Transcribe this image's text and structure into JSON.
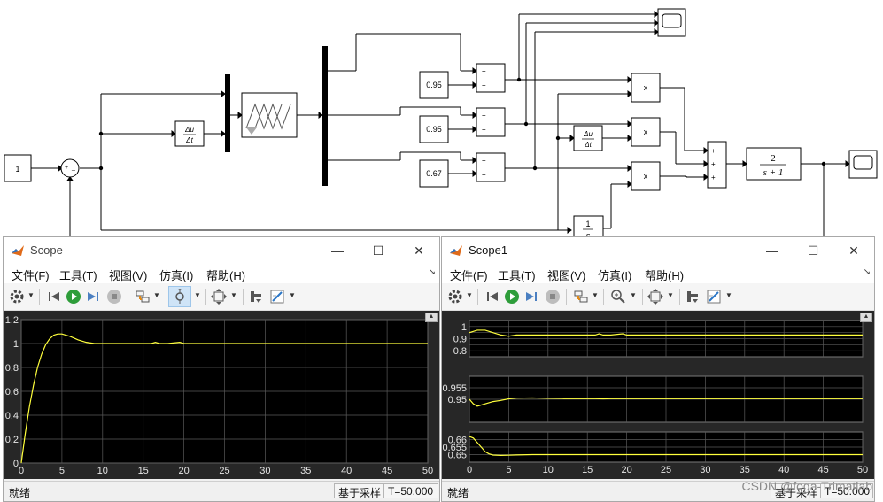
{
  "diagram": {
    "constant": "1",
    "sum_inputs": [
      "+",
      "_"
    ],
    "derivative_top": "Δu",
    "derivative_bottom": "Δt",
    "gains": [
      "0.95",
      "0.95",
      "0.67"
    ],
    "adder_signs": [
      "+",
      "+"
    ],
    "product_symbol": "x",
    "final_sum_signs": [
      "+",
      "+",
      "+"
    ],
    "tf_numerator": "2",
    "tf_denominator": "s + 1",
    "integrator_numerator": "1",
    "integrator_denominator": "s"
  },
  "windows": [
    {
      "title": "Scope",
      "menus": [
        "文件(F)",
        "工具(T)",
        "视图(V)",
        "仿真(I)",
        "帮助(H)"
      ],
      "status_left": "就绪",
      "status_mode": "基于采样",
      "status_time": "T=50.000"
    },
    {
      "title": "Scope1",
      "menus": [
        "文件(F)",
        "工具(T)",
        "视图(V)",
        "仿真(I)",
        "帮助(H)"
      ],
      "status_left": "就绪",
      "status_mode": "基于采样",
      "status_time": "T=50.000"
    }
  ],
  "window_controls": {
    "minimize": "—",
    "maximize": "☐",
    "close": "✕"
  },
  "colors": {
    "plot_bg": "#000000",
    "axes_frame_bg": "#272727",
    "trace": "#ffff3c",
    "grid": "#5a5a5a",
    "axis_text": "#e6e6e6"
  },
  "icons": [
    "settings-icon",
    "step-back-icon",
    "run-icon",
    "step-forward-icon",
    "stop-icon",
    "highlight-icon",
    "zoom-icon",
    "fit-icon",
    "cursor-icon",
    "style-icon"
  ],
  "chart_data": [
    {
      "type": "line",
      "title": "",
      "xlim": [
        0,
        50
      ],
      "ylim": [
        0,
        1.2
      ],
      "x_ticks": [
        "0",
        "5",
        "10",
        "15",
        "20",
        "25",
        "30",
        "35",
        "40",
        "45",
        "50"
      ],
      "y_ticks": [
        "0",
        "0.2",
        "0.4",
        "0.6",
        "0.8",
        "1",
        "1.2"
      ],
      "series": [
        {
          "x": [
            0,
            0.5,
            1,
            1.5,
            2,
            2.5,
            3,
            3.5,
            4,
            4.5,
            5,
            6,
            7,
            8,
            9,
            10,
            12,
            14,
            16,
            16.5,
            17,
            18,
            19.5,
            20,
            22,
            25,
            30,
            35,
            40,
            45,
            50
          ],
          "y": [
            0,
            0.25,
            0.47,
            0.65,
            0.8,
            0.91,
            0.99,
            1.04,
            1.07,
            1.08,
            1.08,
            1.06,
            1.03,
            1.01,
            1.0,
            1.0,
            1.0,
            1.0,
            1.0,
            1.01,
            1.0,
            1.0,
            1.01,
            1.0,
            1.0,
            1.0,
            1.0,
            1.0,
            1.0,
            1.0,
            1.0
          ]
        }
      ]
    },
    {
      "type": "line",
      "xlim": [
        0,
        50
      ],
      "ylim": [
        0.75,
        1.05
      ],
      "y_ticks": [
        "1",
        "0.9",
        "0.8"
      ],
      "series": [
        {
          "x": [
            0,
            1,
            2,
            3,
            4,
            5,
            6,
            7,
            8,
            10,
            12,
            16,
            16.5,
            17,
            18,
            19.5,
            20,
            25,
            30,
            40,
            50
          ],
          "y": [
            0.95,
            0.97,
            0.97,
            0.95,
            0.93,
            0.92,
            0.93,
            0.93,
            0.93,
            0.93,
            0.93,
            0.93,
            0.94,
            0.93,
            0.93,
            0.94,
            0.93,
            0.93,
            0.93,
            0.93,
            0.93
          ]
        }
      ]
    },
    {
      "type": "line",
      "xlim": [
        0,
        50
      ],
      "ylim": [
        0.94,
        0.96
      ],
      "y_ticks": [
        "0.955",
        "0.95"
      ],
      "series": [
        {
          "x": [
            0,
            0.5,
            1,
            2,
            3,
            4,
            5,
            6,
            8,
            10,
            12,
            16,
            17,
            18,
            20,
            25,
            30,
            40,
            50
          ],
          "y": [
            0.95,
            0.948,
            0.947,
            0.948,
            0.949,
            0.9495,
            0.9502,
            0.9505,
            0.9506,
            0.9504,
            0.9503,
            0.9503,
            0.9502,
            0.9503,
            0.9503,
            0.9503,
            0.9503,
            0.9503,
            0.9503
          ]
        }
      ]
    },
    {
      "type": "line",
      "xlim": [
        0,
        50
      ],
      "ylim": [
        0.645,
        0.665
      ],
      "x_ticks": [
        "0",
        "5",
        "10",
        "15",
        "20",
        "25",
        "30",
        "35",
        "40",
        "45",
        "50"
      ],
      "y_ticks": [
        "0.66",
        "0.655",
        "0.65"
      ],
      "series": [
        {
          "x": [
            0,
            0.5,
            1,
            1.5,
            2,
            2.5,
            3,
            4,
            5,
            6,
            8,
            10,
            15,
            20,
            30,
            40,
            50
          ],
          "y": [
            0.662,
            0.661,
            0.658,
            0.655,
            0.652,
            0.6505,
            0.6497,
            0.6495,
            0.6496,
            0.6498,
            0.65,
            0.65,
            0.65,
            0.65,
            0.65,
            0.65,
            0.65
          ]
        }
      ]
    }
  ],
  "watermark": "CSDN @foga-Trimatlab"
}
